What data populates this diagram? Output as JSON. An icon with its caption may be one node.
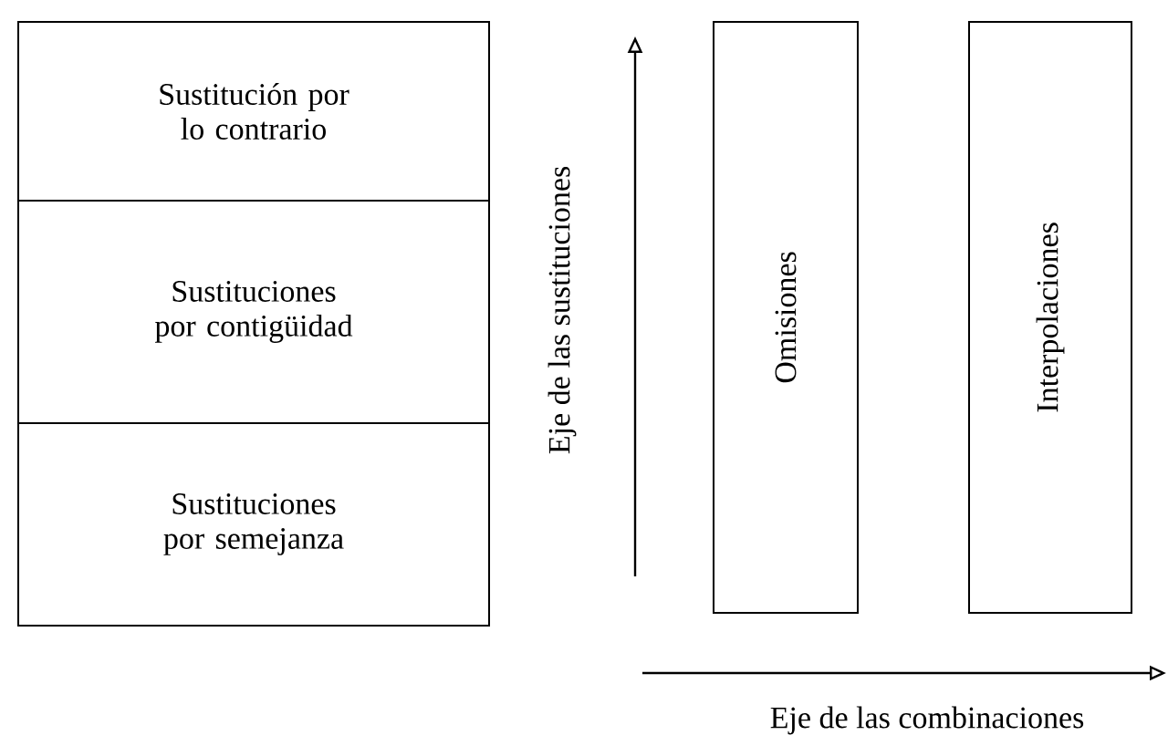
{
  "diagram": {
    "nodes": [
      {
        "text": [
          "Sustitución por lo contrario"
        ]
      },
      {
        "text": [
          "Sustituciones por contigüidad"
        ]
      },
      {
        "text": [
          "Sustituciones por semejanza"
        ]
      },
      {
        "text": [
          "Omisiones"
        ]
      },
      {
        "text": [
          "Interpolaciones"
        ]
      }
    ],
    "labels": [
      "Eje de las sustituciones",
      "Eje de las combinaciones"
    ]
  }
}
